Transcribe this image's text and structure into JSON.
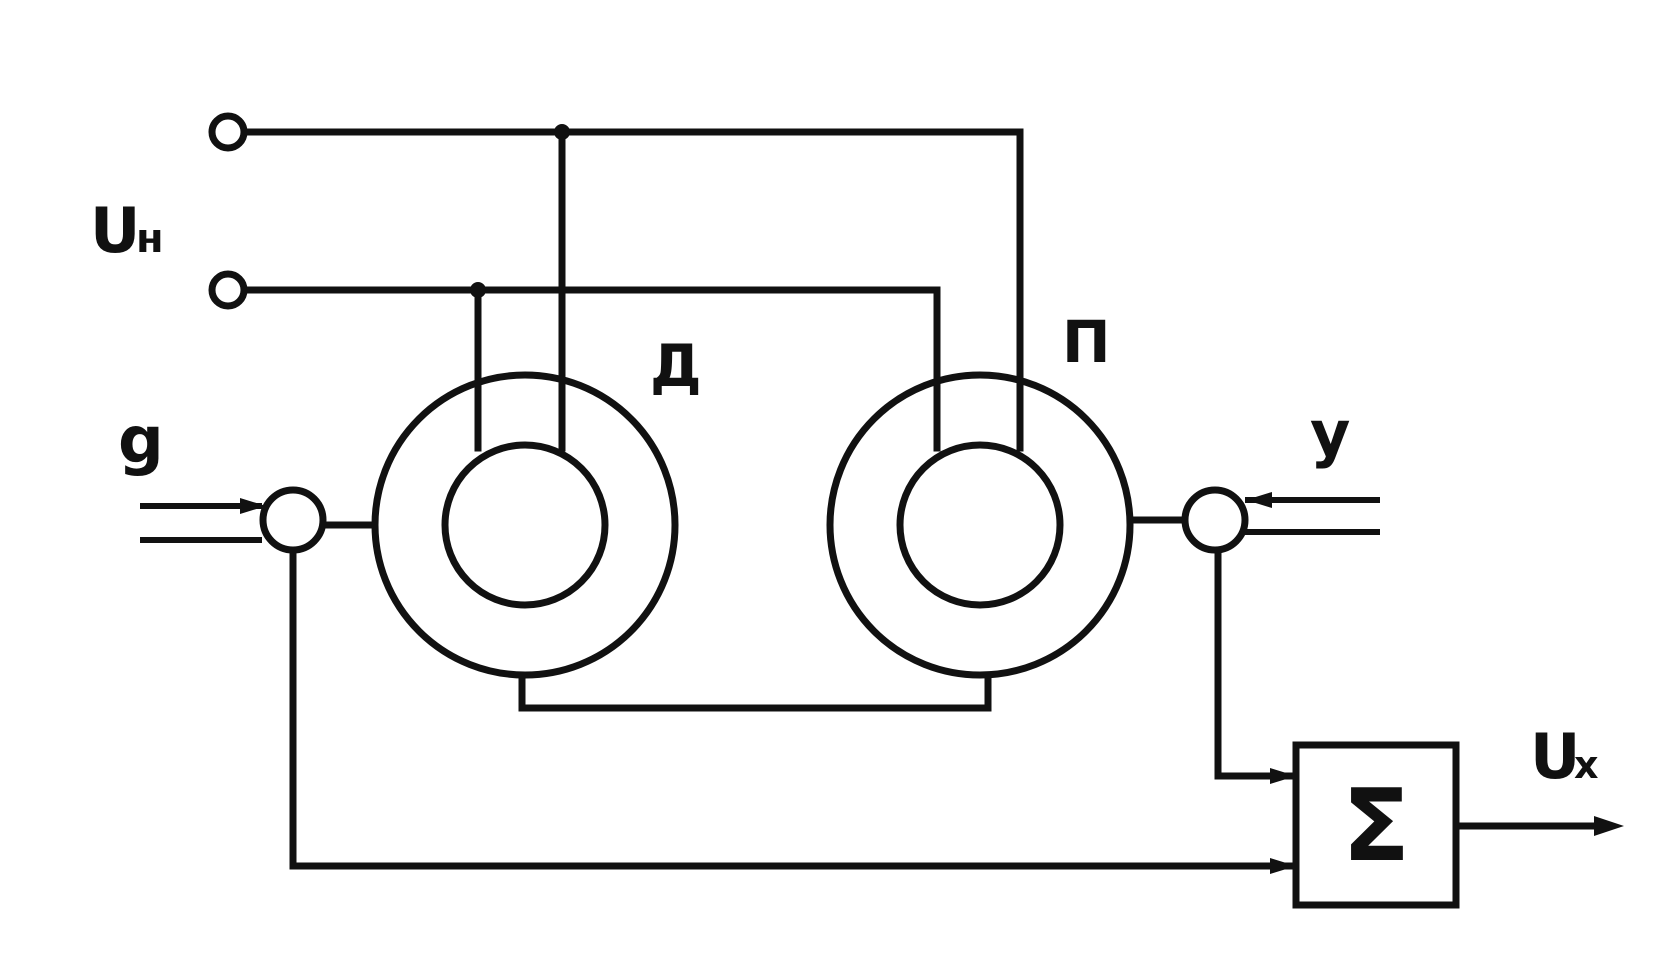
{
  "labels": {
    "supply": {
      "main": "U",
      "sub": "н"
    },
    "output": {
      "main": "U",
      "sub": "x"
    },
    "sensor": "Д",
    "receiver": "П",
    "input": "g",
    "feedback": "y",
    "summer": "Σ"
  },
  "colors": {
    "ink": "#111111",
    "paper": "#ffffff"
  }
}
